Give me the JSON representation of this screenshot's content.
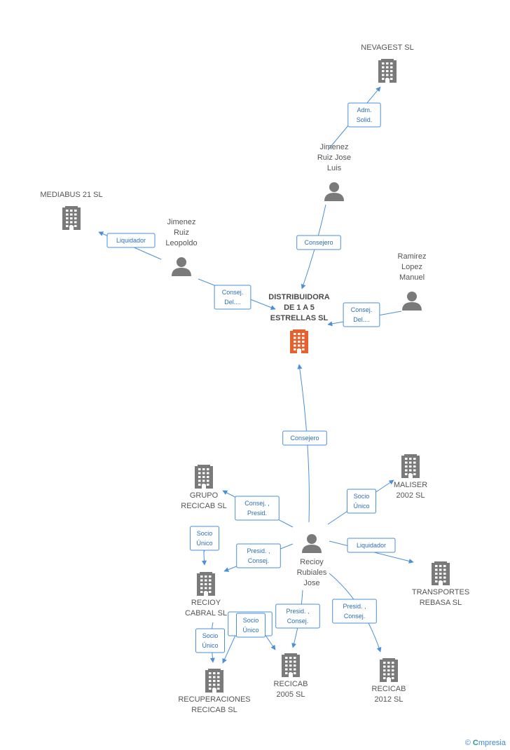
{
  "colors": {
    "edge": "#4a90d9",
    "company": "#7a7a7a",
    "focus_company": "#e8602c",
    "person": "#7a7a7a",
    "edge_text": "#2e6fb5"
  },
  "nodes": [
    {
      "id": "distribuidora",
      "type": "company",
      "focus": true,
      "label": [
        "DISTRIBUIDORA",
        "DE 1 A 5",
        "ESTRELLAS SL"
      ]
    },
    {
      "id": "nevagest",
      "type": "company",
      "label": [
        "NEVAGEST SL"
      ]
    },
    {
      "id": "mediabus",
      "type": "company",
      "label": [
        "MEDIABUS 21 SL"
      ]
    },
    {
      "id": "jimenez_luis",
      "type": "person",
      "label": [
        "Jimenez",
        "Ruiz Jose",
        "Luis"
      ]
    },
    {
      "id": "jimenez_leopoldo",
      "type": "person",
      "label": [
        "Jimenez",
        "Ruiz",
        "Leopoldo"
      ]
    },
    {
      "id": "ramirez",
      "type": "person",
      "label": [
        "Ramirez",
        "Lopez",
        "Manuel"
      ]
    },
    {
      "id": "recioy",
      "type": "person",
      "label": [
        "Recioy",
        "Rubiales",
        "Jose"
      ]
    },
    {
      "id": "grupo",
      "type": "company",
      "label": [
        "GRUPO",
        "RECICAB SL"
      ]
    },
    {
      "id": "maliser",
      "type": "company",
      "label": [
        "MALISER",
        "2002 SL"
      ]
    },
    {
      "id": "transportes",
      "type": "company",
      "label": [
        "TRANSPORTES",
        "REBASA SL"
      ]
    },
    {
      "id": "recioy_cabral",
      "type": "company",
      "label": [
        "RECIOY",
        "CABRAL SL"
      ]
    },
    {
      "id": "recuperaciones",
      "type": "company",
      "label": [
        "RECUPERACIONES",
        "RECICAB SL"
      ]
    },
    {
      "id": "recicab2005",
      "type": "company",
      "label": [
        "RECICAB",
        "2005 SL"
      ]
    },
    {
      "id": "recicab2012",
      "type": "company",
      "label": [
        "RECICAB",
        "2012 SL"
      ]
    }
  ],
  "edges": [
    {
      "from": "jimenez_luis",
      "to": "nevagest",
      "label": [
        "Adm.",
        "Solid."
      ]
    },
    {
      "from": "jimenez_luis",
      "to": "distribuidora",
      "label": [
        "Consejero"
      ]
    },
    {
      "from": "jimenez_leopoldo",
      "to": "mediabus",
      "label": [
        "Liquidador"
      ]
    },
    {
      "from": "jimenez_leopoldo",
      "to": "distribuidora",
      "label": [
        "Consej.",
        "Del...."
      ]
    },
    {
      "from": "ramirez",
      "to": "distribuidora",
      "label": [
        "Consej.",
        "Del...."
      ]
    },
    {
      "from": "recioy",
      "to": "distribuidora",
      "label": [
        "Consejero"
      ]
    },
    {
      "from": "recioy",
      "to": "grupo",
      "label": [
        "Consej. ,",
        "Presid."
      ]
    },
    {
      "from": "recioy",
      "to": "maliser",
      "label": [
        "Socio",
        "Único"
      ]
    },
    {
      "from": "recioy",
      "to": "transportes",
      "label": [
        "Liquidador"
      ]
    },
    {
      "from": "recioy",
      "to": "recioy_cabral",
      "label": [
        "Presid. ,",
        "Consej."
      ]
    },
    {
      "from": "grupo",
      "to": "recioy_cabral",
      "label": [
        "Socio",
        "Único"
      ]
    },
    {
      "from": "recioy_cabral",
      "to": "recuperaciones",
      "label": [
        "Socio",
        "Único"
      ]
    },
    {
      "from": "recioy",
      "to": "recuperaciones",
      "label": [
        "Presid. ,",
        "Consej."
      ]
    },
    {
      "from": "recioy_cabral",
      "to": "recicab2005",
      "label": [
        "Socio",
        "Único"
      ]
    },
    {
      "from": "recioy",
      "to": "recicab2005",
      "label": [
        "Presid. ,",
        "Consej."
      ]
    },
    {
      "from": "recioy",
      "to": "recicab2012",
      "label": [
        "Presid. ,",
        "Consej."
      ]
    }
  ],
  "footer": {
    "copyright": "©",
    "brand_initial": "C",
    "brand_rest": "mpresia"
  }
}
